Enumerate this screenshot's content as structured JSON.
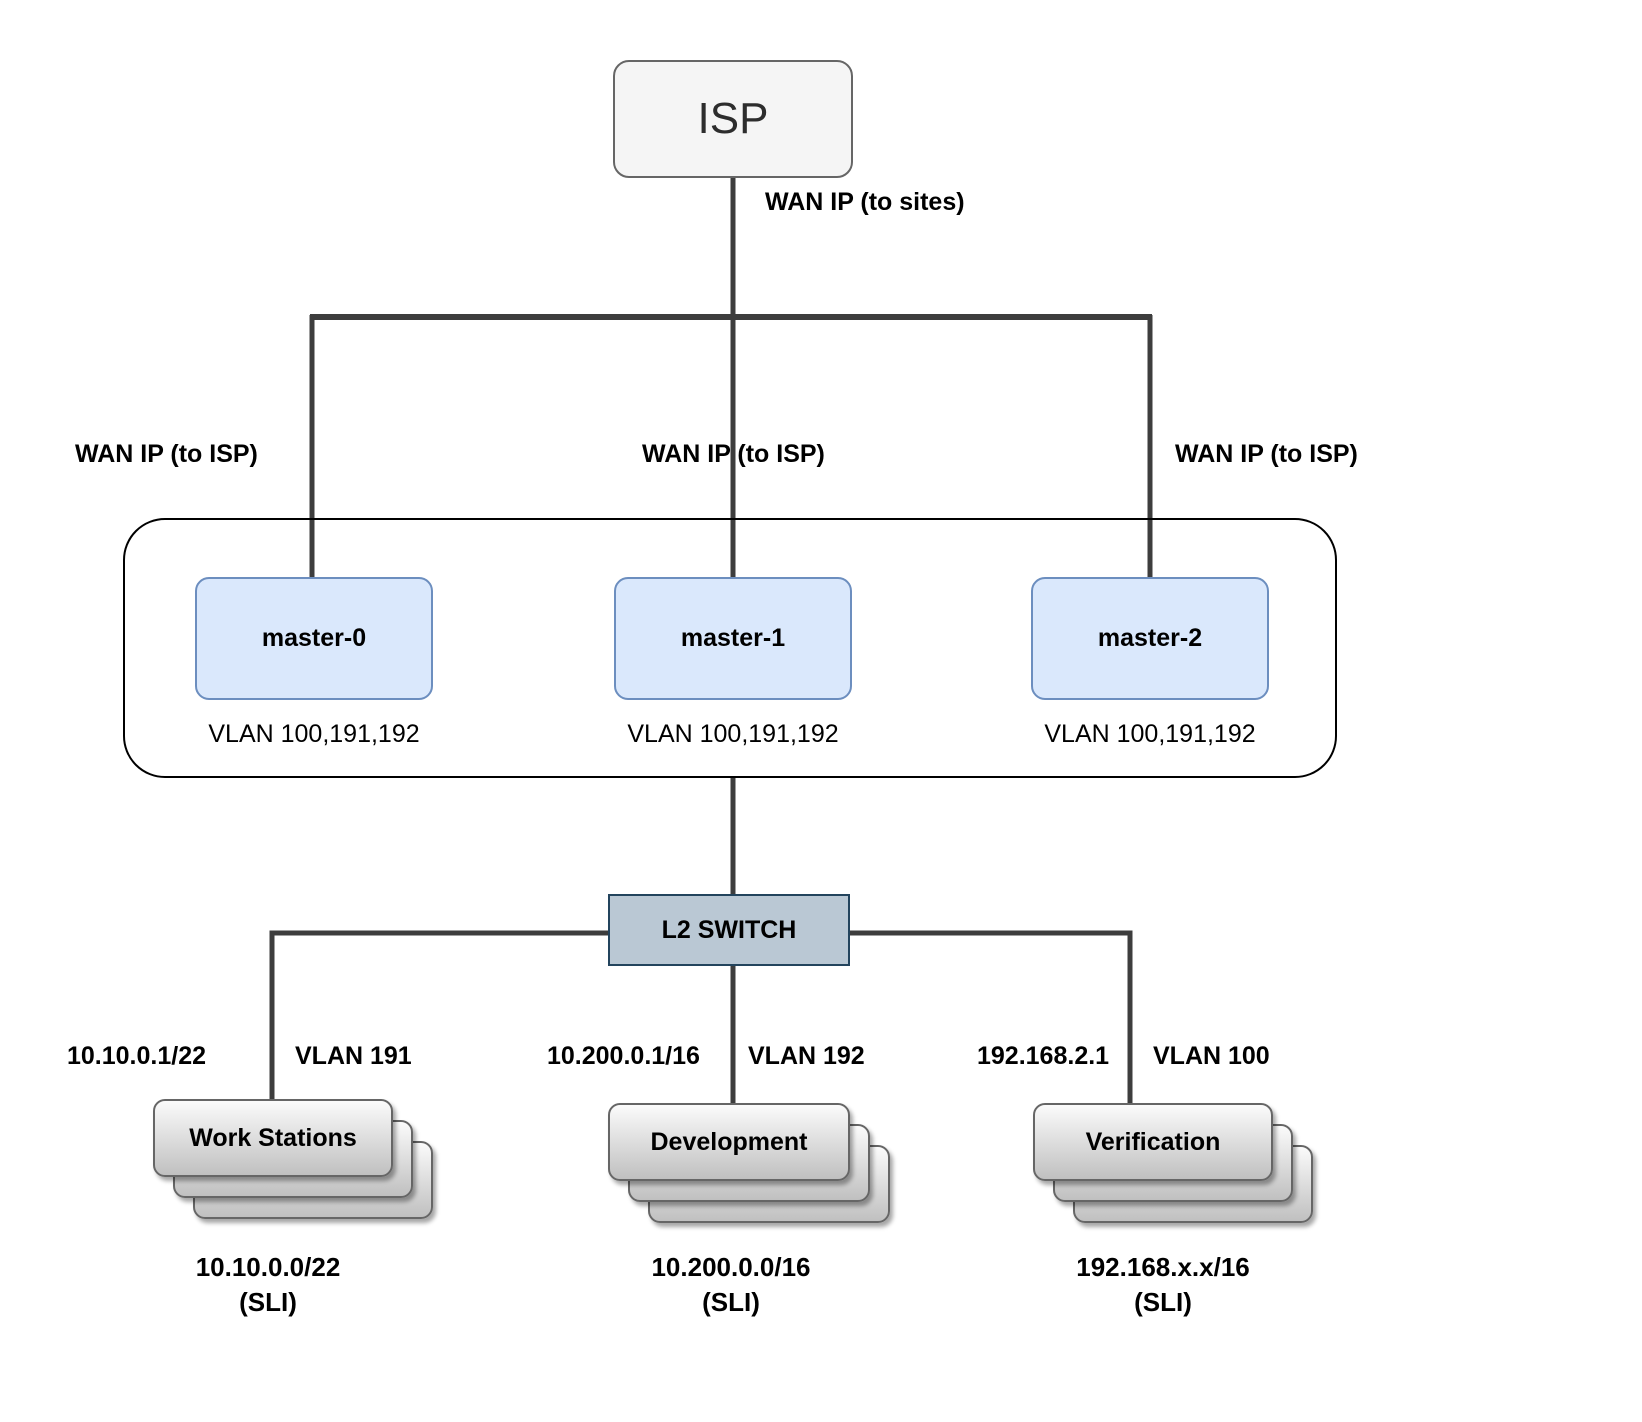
{
  "isp": {
    "label": "ISP",
    "wan_label": "WAN IP (to sites)"
  },
  "wan_isp_labels": {
    "left": "WAN IP (to ISP)",
    "center": "WAN IP (to ISP)",
    "right": "WAN IP (to ISP)"
  },
  "masters": [
    {
      "label": "master-0",
      "vlans": "VLAN 100,191,192"
    },
    {
      "label": "master-1",
      "vlans": "VLAN 100,191,192"
    },
    {
      "label": "master-2",
      "vlans": "VLAN 100,191,192"
    }
  ],
  "switch": {
    "label": "L2 SWITCH"
  },
  "segments": [
    {
      "name": "Work Stations",
      "gateway": "10.10.0.1/22",
      "vlan": "VLAN 191",
      "subnet": "10.10.0.0/22",
      "note": "(SLI)"
    },
    {
      "name": "Development",
      "gateway": "10.200.0.1/16",
      "vlan": "VLAN 192",
      "subnet": "10.200.0.0/16",
      "note": "(SLI)"
    },
    {
      "name": "Verification",
      "gateway": "192.168.2.1",
      "vlan": "VLAN 100",
      "subnet": "192.168.x.x/16",
      "note": "(SLI)"
    }
  ],
  "colors": {
    "master_fill": "#dae8fc",
    "master_border": "#6c8ebf",
    "isp_fill": "#f5f5f5",
    "isp_border": "#666666",
    "switch_fill": "#bac8d4",
    "switch_border": "#23445d",
    "connector": "#3d3d3d",
    "cluster_border": "#000000",
    "card_border": "#666666"
  }
}
